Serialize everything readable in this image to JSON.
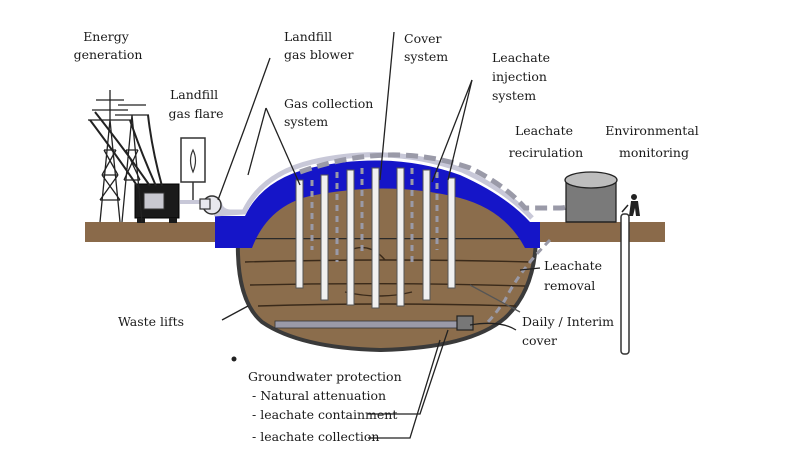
{
  "labels": {
    "energy_generation": [
      "Energy",
      "generation"
    ],
    "landfill_gas_flare": [
      "Landfill",
      "gas flare"
    ],
    "landfill_gas_blower": [
      "Landfill",
      "gas blower"
    ],
    "gas_collection_system": [
      "Gas collection",
      "system"
    ],
    "cover_system": [
      "Cover",
      "system"
    ],
    "leachate_injection_system": [
      "Leachate",
      "injection",
      "system"
    ],
    "leachate_recirculation": [
      "Leachate",
      "recirulation"
    ],
    "environmental_monitoring": [
      "Environmental",
      "monitoring"
    ],
    "leachate_removal": [
      "Leachate",
      "removal"
    ],
    "daily_interim_cover": [
      "Daily / Interim",
      "cover"
    ],
    "waste_lifts": [
      "Waste lifts"
    ],
    "groundwater_protection": [
      "Groundwater protection",
      "- Natural attenuation",
      "- leachate containment",
      "- leachate collection"
    ]
  },
  "colors": {
    "ground": "#8a6a4a",
    "waste": "#8b6d4c",
    "cover_blue": "#1515c8",
    "liner": "#2a2a2a",
    "pipe_grey": "#c8c8d8",
    "dashed_grey": "#9a9aa8"
  },
  "icons": [
    "transmission-tower-icon",
    "generator-icon",
    "flare-icon",
    "blower-icon",
    "tank-icon",
    "worker-icon"
  ]
}
